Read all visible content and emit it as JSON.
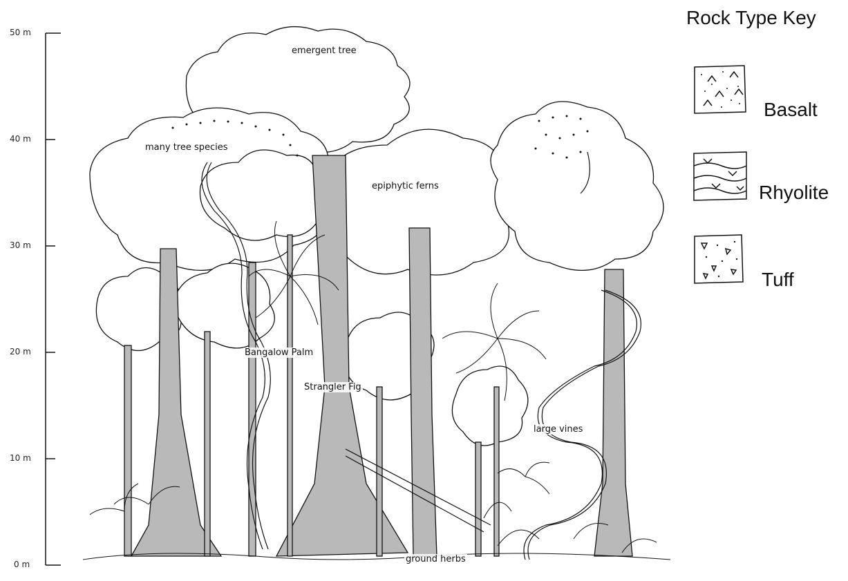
{
  "scale": {
    "ticks": [
      "50 m",
      "40 m",
      "30 m",
      "20 m",
      "10 m",
      "0 m"
    ]
  },
  "labels": {
    "emergent_tree": "emergent tree",
    "many_tree_species": "many tree species",
    "epiphytic_ferns": "epiphytic ferns",
    "bangalow_palm": "Bangalow Palm",
    "strangler_fig": "Strangler Fig",
    "large_vines": "large vines",
    "ground_herbs": "ground herbs"
  },
  "key": {
    "title": "Rock Type Key",
    "items": [
      "Basalt",
      "Rhyolite",
      "Tuff"
    ]
  }
}
